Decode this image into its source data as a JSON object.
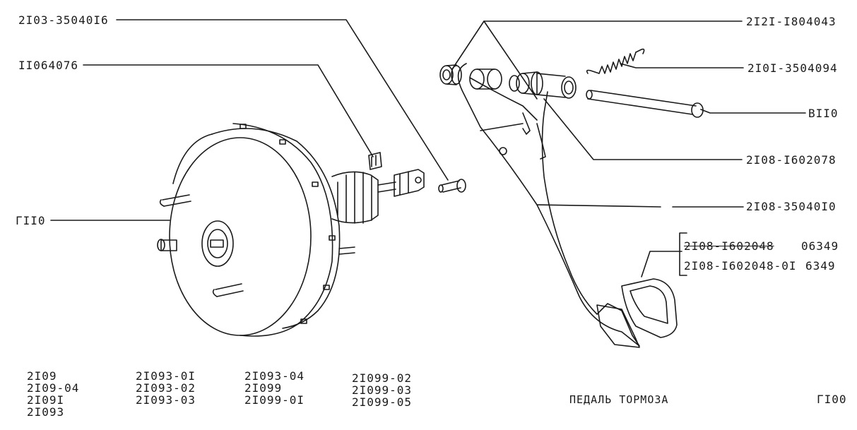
{
  "callouts": {
    "pushrod_bolt": "2I03-35040I6",
    "clip": "II064076",
    "booster": "ГII0",
    "bushing": "2I2I-I804043",
    "spring": "2I0I-3504094",
    "axle": "ВII0",
    "sleeve": "2I08-I602078",
    "pedal": "2I08-35040I0",
    "pad_old": "2I08-I602048",
    "pad_old_qty": "06349",
    "pad_new": "2I08-I602048-0I",
    "pad_new_qty": "6349"
  },
  "models": {
    "col1": [
      "2I09",
      "2I09-04",
      "2I09I",
      "2I093"
    ],
    "col2": [
      "2I093-0I",
      "2I093-02",
      "2I093-03"
    ],
    "col3": [
      "2I093-04",
      "2I099",
      "2I099-0I"
    ],
    "col4": [
      "2I099-02",
      "2I099-03",
      "2I099-05"
    ]
  },
  "footer": {
    "title": "ПЕДАЛЬ ТОРМОЗА",
    "page_code": "ГI00"
  },
  "colors": {
    "ink": "#1a1a1a",
    "paper": "#ffffff"
  }
}
